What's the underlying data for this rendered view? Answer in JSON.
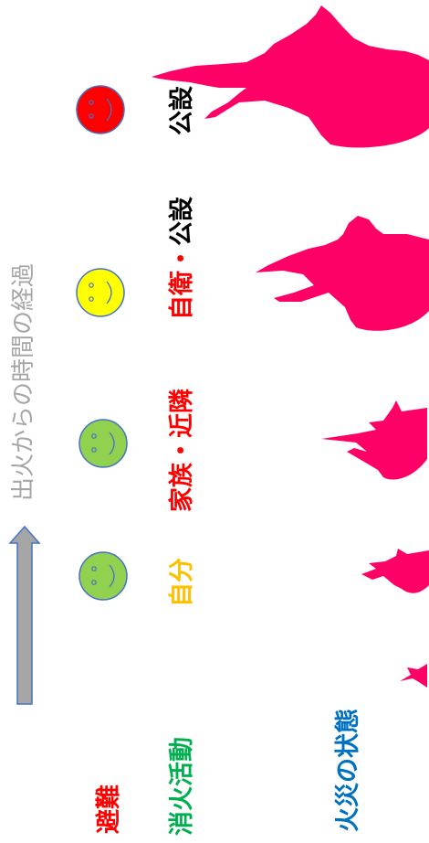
{
  "labels": {
    "evacuation": "避難",
    "firefighting": "消火活動",
    "fire_state": "火災の状態",
    "time_axis": "出火からの時間の経過"
  },
  "stages": [
    {
      "actor": "自分",
      "face_color": "#92D050",
      "actor_color": "#FFC000"
    },
    {
      "actor": "家族・近隣",
      "face_color": "#92D050",
      "actor_color": "#FF0000"
    },
    {
      "actor_a": "自衛",
      "sep": "・",
      "actor_b": "公設",
      "face_color": "#FFFF00",
      "actor_a_color": "#FF0000",
      "actor_b_color": "#000000"
    },
    {
      "actor": "公設",
      "face_color": "#FF0000",
      "actor_color": "#000000"
    }
  ],
  "colors": {
    "flame": "#FF0066",
    "arrow_fill": "#A6A6A6",
    "arrow_stroke": "#4472C4",
    "evacuation_text": "#FF0000",
    "firefighting_text": "#00B050",
    "fire_state_text": "#0070C0",
    "time_axis_text": "#A6A6A6"
  },
  "icons": [
    "smiley-face-icon",
    "flame-icon",
    "up-arrow-icon"
  ]
}
